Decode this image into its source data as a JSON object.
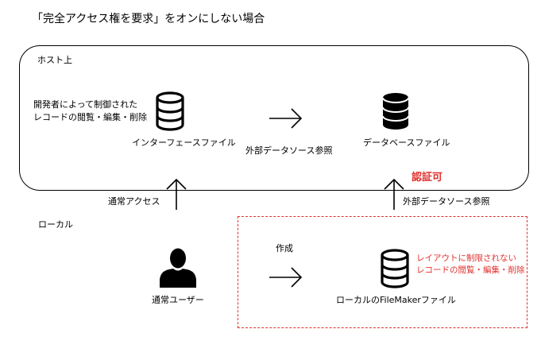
{
  "title": "「完全アクセス権を要求」をオンにしない場合",
  "host": {
    "label": "ホスト上",
    "description": "開発者によって制御された\nレコードの閲覧・編集・削除",
    "interface_file": "インターフェースファイル",
    "external_ref": "外部データソース参照",
    "database_file": "データベースファイル",
    "auth": "認証可"
  },
  "normal_access": "通常アクセス",
  "external_ref_bottom": "外部データソース参照",
  "local": {
    "label": "ローカル",
    "create": "作成",
    "user": "通常ユーザー",
    "local_file": "ローカルのFileMakerファイル",
    "unrestricted": "レイアウトに制限されない\nレコードの閲覧・編集・削除"
  },
  "colors": {
    "accent": "#e0322e",
    "stroke": "#000000"
  },
  "icons": {
    "interface_file": "database-outline-icon",
    "database_file": "database-filled-icon",
    "local_file": "database-outline-icon",
    "user": "user-silhouette-icon"
  }
}
